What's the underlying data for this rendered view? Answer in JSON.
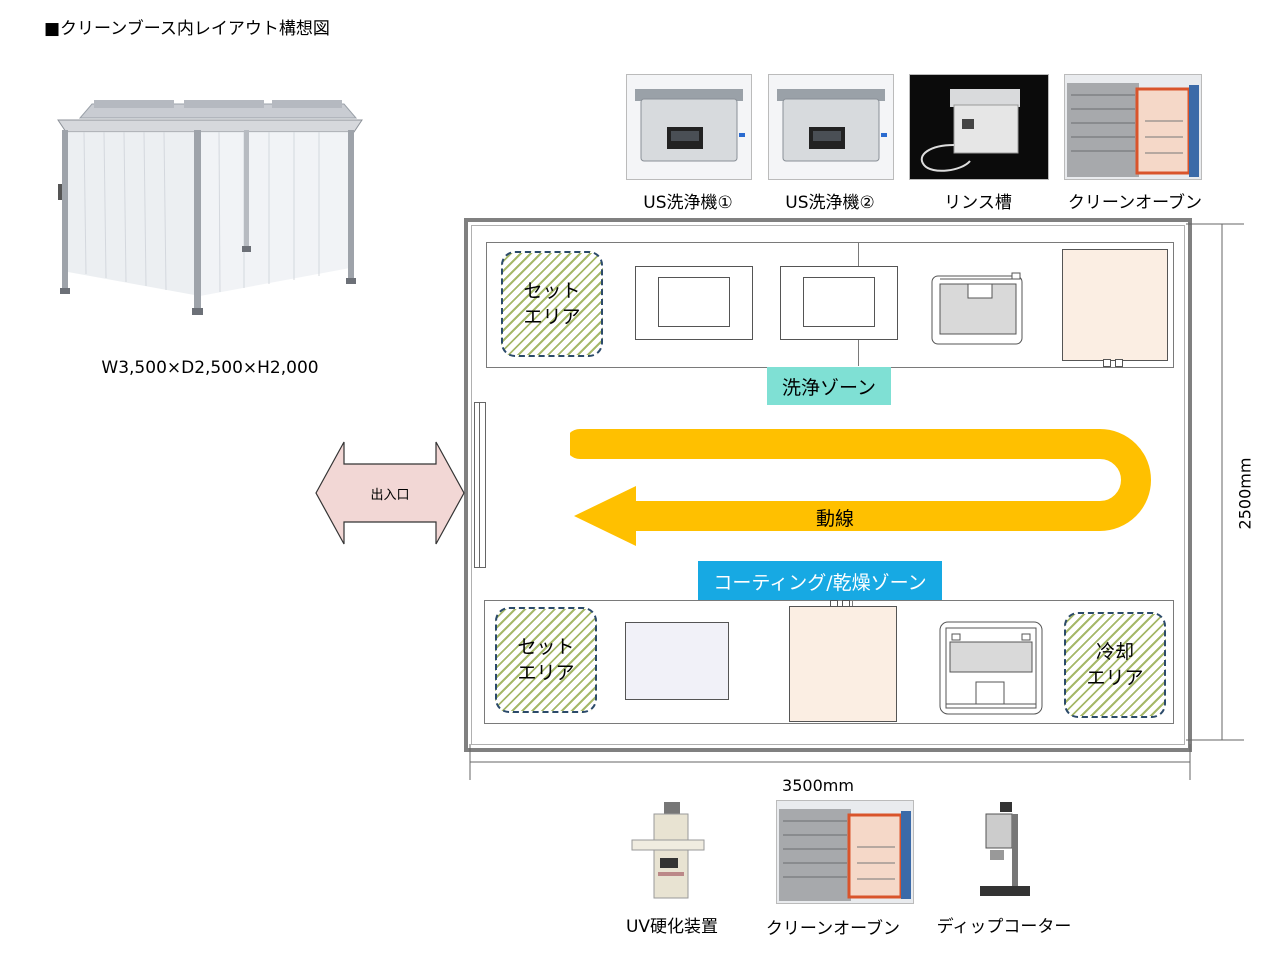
{
  "title": "■クリーンブース内レイアウト構想図",
  "booth": {
    "dimensions": "W3,500×D2,500×H2,000"
  },
  "top_equipment": [
    {
      "label": "US洗浄機①"
    },
    {
      "label": "US洗浄機②"
    },
    {
      "label": "リンス槽"
    },
    {
      "label": "クリーンオーブン"
    }
  ],
  "bottom_equipment": [
    {
      "label": "UV硬化装置"
    },
    {
      "label": "クリーンオーブン"
    },
    {
      "label": "ディップコーター"
    }
  ],
  "zones": {
    "wash": "洗浄ゾーン",
    "coating": "コーティング/乾燥ゾーン"
  },
  "areas": {
    "set_top_1": "セット",
    "set_top_2": "エリア",
    "set_bottom_1": "セット",
    "set_bottom_2": "エリア",
    "cool_1": "冷却",
    "cool_2": "エリア"
  },
  "flow_label": "動線",
  "entrance_label": "出入口",
  "dimension_width": "3500mm",
  "dimension_depth": "2500mm",
  "colors": {
    "flow_arrow": "#ffc000",
    "wash_label": "#7fe0d4",
    "coating_label": "#17a9e3",
    "oven_fill": "#fbeee3"
  }
}
